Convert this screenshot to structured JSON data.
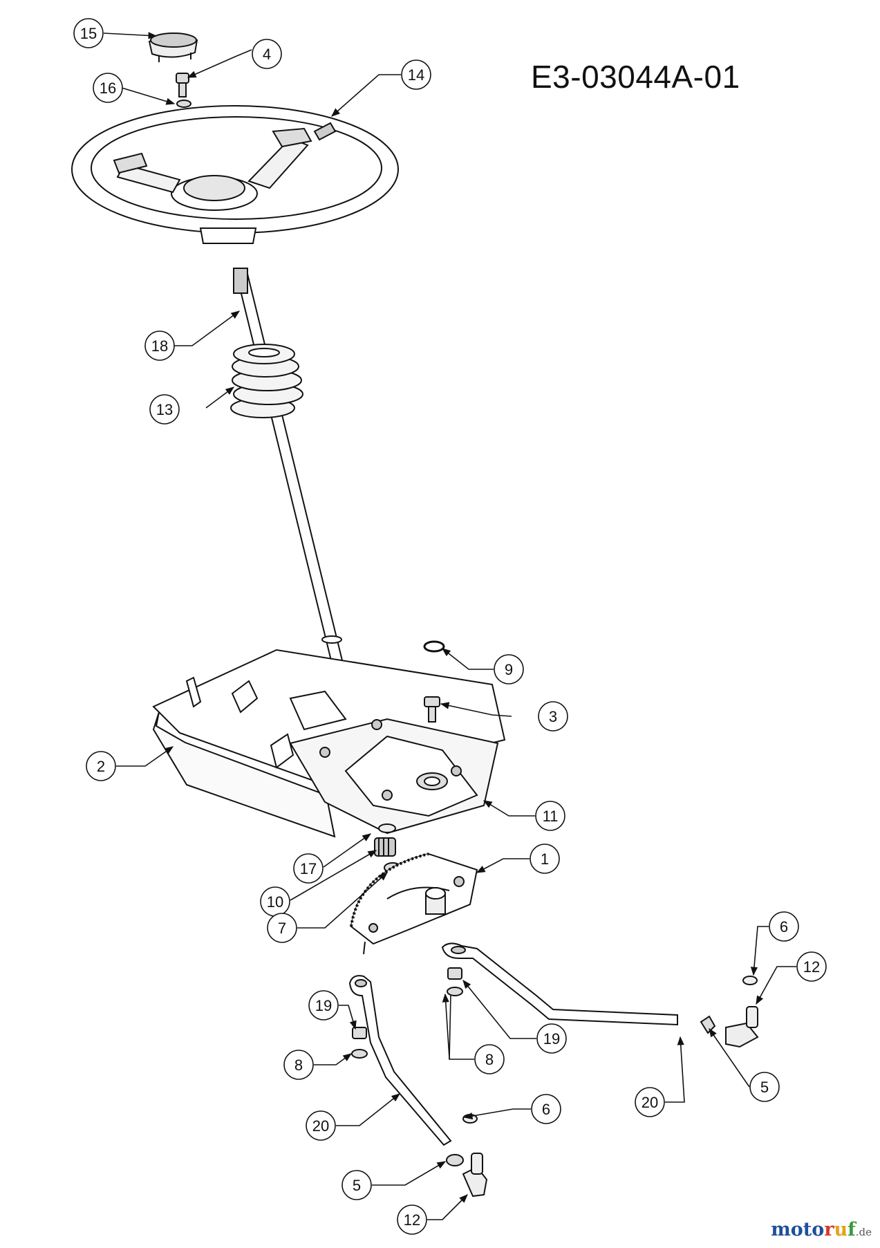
{
  "diagram_code": "E3-03044A-01",
  "watermark": "motoruf.de",
  "callouts": [
    {
      "id": "c15a",
      "label": "15"
    },
    {
      "id": "c4",
      "label": "4"
    },
    {
      "id": "c16",
      "label": "16"
    },
    {
      "id": "c14",
      "label": "14"
    },
    {
      "id": "c18",
      "label": "18"
    },
    {
      "id": "c13",
      "label": "13"
    },
    {
      "id": "c9",
      "label": "9"
    },
    {
      "id": "c3",
      "label": "3"
    },
    {
      "id": "c2",
      "label": "2"
    },
    {
      "id": "c11",
      "label": "11"
    },
    {
      "id": "c17",
      "label": "17"
    },
    {
      "id": "c1",
      "label": "1"
    },
    {
      "id": "c10",
      "label": "10"
    },
    {
      "id": "c7",
      "label": "7"
    },
    {
      "id": "c6a",
      "label": "6"
    },
    {
      "id": "c12a",
      "label": "12"
    },
    {
      "id": "c19a",
      "label": "19"
    },
    {
      "id": "c19b",
      "label": "19"
    },
    {
      "id": "c8a",
      "label": "8"
    },
    {
      "id": "c8b",
      "label": "8"
    },
    {
      "id": "c5a",
      "label": "5"
    },
    {
      "id": "c20a",
      "label": "20"
    },
    {
      "id": "c20b",
      "label": "20"
    },
    {
      "id": "c6b",
      "label": "6"
    },
    {
      "id": "c5b",
      "label": "5"
    },
    {
      "id": "c12b",
      "label": "12"
    }
  ]
}
